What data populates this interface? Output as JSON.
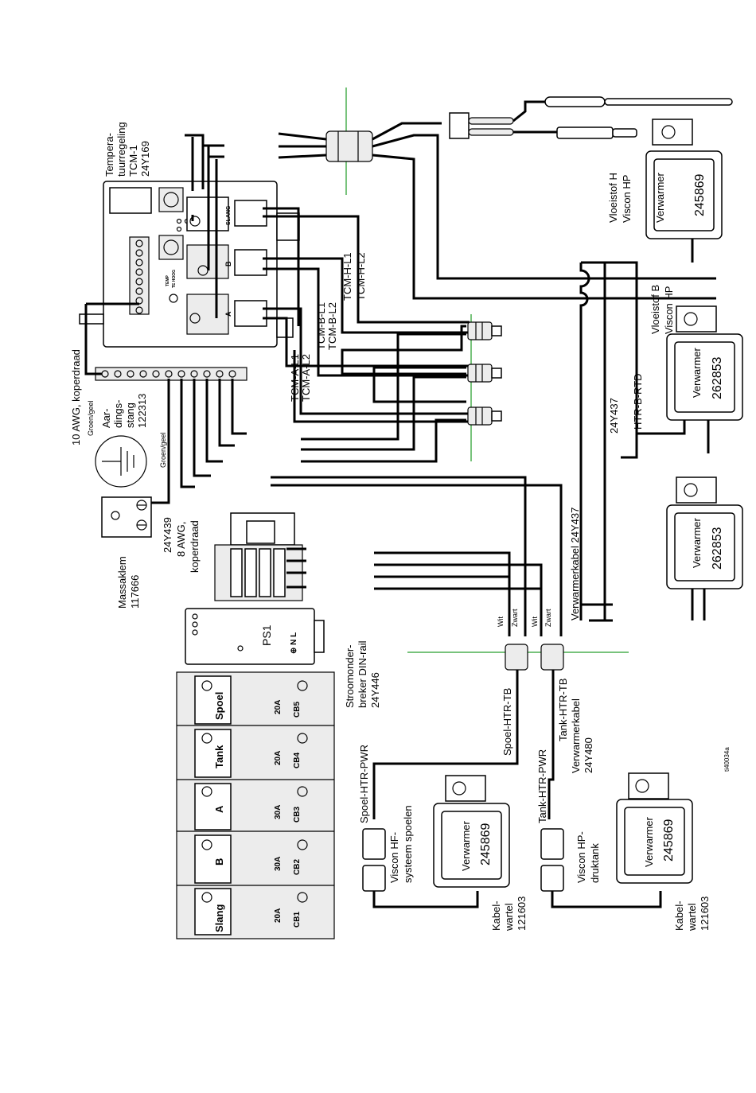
{
  "labels": {
    "tcm_title": [
      "Tempera-",
      "tuurregeling",
      "TCM-1",
      "24Y169"
    ],
    "ground_wire": "10 AWG, koperdraad",
    "groen_geel_1": "Groen/geel",
    "groen_geel_2": "Groen/geel",
    "ground_rod": [
      "Aar-",
      "dings-",
      "stang",
      "122313"
    ],
    "massaklem": [
      "Massaklem",
      "117666"
    ],
    "wire_8awg": [
      "24Y439",
      "8 AWG,",
      "koperdraad"
    ],
    "breaker": [
      "Stroomonder-",
      "breker DIN-rail",
      "24Y446"
    ],
    "fluid_h": [
      "Vloeistof H",
      "Viscon HP"
    ],
    "fluid_b": [
      "Vloeistof B",
      "Viscon HP"
    ],
    "heater_245869": [
      "Verwarmer",
      "245869"
    ],
    "heater_262853": [
      "Verwarmer",
      "262853"
    ],
    "htr_b_rtd": "HTR-B-RTD",
    "cable_24y437": "24Y437",
    "heater_cable": "Verwarmerkabel 24Y437",
    "wit": "Wit",
    "zwart": "Zwart",
    "spoel_htr_tb": "Spoel-HTR-TB",
    "tank_htr_tb": "Tank-HTR-TB",
    "spoel_htr_pwr": "Spoel-HTR-PWR",
    "tank_htr_pwr": "Tank-HTR-PWR",
    "heater_cable_24y480": [
      "Verwarmerkabel",
      "24Y480"
    ],
    "viscon_hf": [
      "Viscon HF-",
      "systeem spoelen"
    ],
    "viscon_hp_tank": [
      "Viscon HP-",
      "druktank"
    ],
    "kabelwartel": [
      "Kabel-",
      "wartel",
      "121603"
    ],
    "tcm_wires": [
      "TCM-A-L1",
      "TCM-A-L2",
      "TCM-B-L1",
      "TCM-B-L2",
      "TCM-H-L1",
      "TCM-H-L2"
    ],
    "slang": "SLANG",
    "port_a": "A",
    "port_b": "B",
    "temp_te_hoog": [
      "TEMP",
      "TE HOOG"
    ],
    "ps1": "PS1",
    "ps1_terminals": "⊕ N L",
    "breakers": [
      {
        "name": "Spoel",
        "amp": "20A",
        "cb": "CB5"
      },
      {
        "name": "Tank",
        "amp": "20A",
        "cb": "CB4"
      },
      {
        "name": "A",
        "amp": "30A",
        "cb": "CB3"
      },
      {
        "name": "B",
        "amp": "30A",
        "cb": "CB2"
      },
      {
        "name": "Slang",
        "amp": "20A",
        "cb": "CB1"
      }
    ],
    "doc_id": "ti40034a"
  }
}
